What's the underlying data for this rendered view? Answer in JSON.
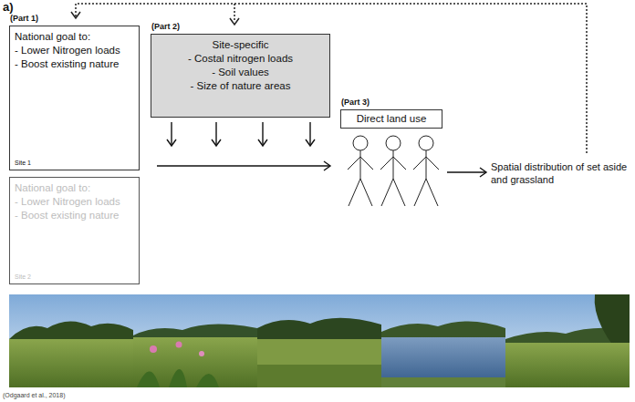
{
  "diagram": {
    "nodes": [
      {
        "text": [
          "(Part 1)",
          "National goal to:",
          "- Lower Nitrogen loads",
          "- Boost existing nature",
          "Site 1"
        ]
      },
      {
        "text": [
          "National goal to:",
          "- Lower Nitrogen loads",
          "- Boost existing nature",
          "Site 2"
        ]
      },
      {
        "text": [
          "(Part 2)",
          "Site-specific",
          "- Costal nitrogen loads",
          "- Soil values",
          "- Size of nature areas"
        ]
      },
      {
        "text": [
          "(Part 3)",
          "Direct land use"
        ]
      }
    ],
    "labels": [
      "a)",
      "Spatial distribution of set aside and grassland",
      "(Odgaard et al., 2018)"
    ]
  }
}
